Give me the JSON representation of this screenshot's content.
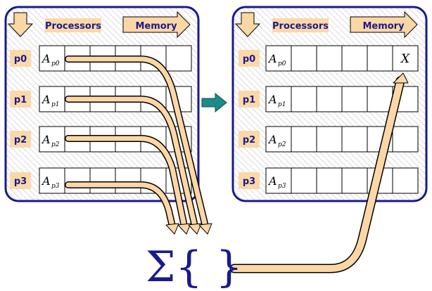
{
  "colors": {
    "panel_border": "#1a1a8c",
    "label_bg": "#fbd8a8",
    "arrow_fill": "#fcd7a6",
    "arrow_stroke": "#000000",
    "transfer_arrow": "#1e8a8a",
    "text": "#1a1a8c"
  },
  "left_panel": {
    "header_processors": "Processors",
    "header_memory": "Memory",
    "rows": [
      {
        "label": "p0",
        "A": "A",
        "sub": "p0",
        "last_cell": ""
      },
      {
        "label": "p1",
        "A": "A",
        "sub": "p1",
        "last_cell": ""
      },
      {
        "label": "p2",
        "A": "A",
        "sub": "p2",
        "last_cell": ""
      },
      {
        "label": "p3",
        "A": "A",
        "sub": "p3",
        "last_cell": ""
      }
    ]
  },
  "right_panel": {
    "header_processors": "Processors",
    "header_memory": "Memory",
    "rows": [
      {
        "label": "p0",
        "A": "A",
        "sub": "p0",
        "last_cell": "X"
      },
      {
        "label": "p1",
        "A": "A",
        "sub": "p1",
        "last_cell": ""
      },
      {
        "label": "p2",
        "A": "A",
        "sub": "p2",
        "last_cell": ""
      },
      {
        "label": "p3",
        "A": "A",
        "sub": "p3",
        "last_cell": ""
      }
    ]
  },
  "reduction_symbol": "Σ{ }",
  "icons": [
    "down-arrow-icon",
    "right-arrow-icon",
    "transfer-arrow-icon"
  ]
}
